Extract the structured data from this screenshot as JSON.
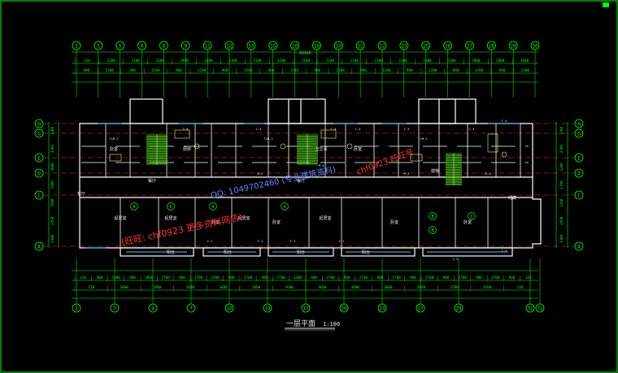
{
  "drawing": {
    "title": "一层平面",
    "scale": "1:100",
    "total_width_label": "49440",
    "corner_mark": "■"
  },
  "top_axes": [
    "1",
    "3",
    "5",
    "6",
    "8",
    "9",
    "11",
    "12",
    "13",
    "15",
    "16",
    "18",
    "19",
    "21",
    "22",
    "23",
    "25",
    "26",
    "27",
    "28",
    "29",
    "30"
  ],
  "bottom_axes": [
    "1",
    "3",
    "4",
    "7",
    "10",
    "14",
    "17",
    "20",
    "24",
    "27",
    "29",
    "32",
    "31"
  ],
  "side_axes": [
    "H",
    "G",
    "E",
    "D",
    "C",
    "A"
  ],
  "top_dims_row1": [
    "120",
    "2200",
    "2100",
    "2300",
    "2400",
    "1490",
    "1100",
    "1100",
    "3200",
    "2100",
    "2100",
    "1100",
    "1100",
    "2300",
    "2100",
    "2300",
    "2000",
    "2000",
    "3600"
  ],
  "top_dims_row2": [
    "900",
    "1200",
    "900",
    "1500",
    "900",
    "1200",
    "900",
    "1200",
    "900",
    "1200",
    "900",
    "1200",
    "900",
    "1200",
    "900",
    "1200",
    "900",
    "1200",
    "900",
    "1200"
  ],
  "bottom_dims_row1": [
    "120",
    "900",
    "1800",
    "900",
    "2800",
    "2700",
    "900",
    "2700",
    "1200",
    "900",
    "2700",
    "900",
    "2700",
    "1200",
    "900",
    "2700",
    "900",
    "2700",
    "900",
    "2700",
    "900",
    "2700",
    "900",
    "2700",
    "900",
    "3700",
    "960",
    "120"
  ],
  "bottom_dims_row2": [
    "120",
    "3600",
    "3900",
    "3600",
    "3600",
    "3600",
    "3600",
    "3600",
    "3600",
    "3600",
    "3600",
    "3700",
    "3560",
    "120"
  ],
  "left_dims": [
    "1200",
    "3300",
    "4500",
    "1500",
    "1500",
    "2250",
    "3300"
  ],
  "right_dims": [
    "1700",
    "2700",
    "1200",
    "1700",
    "1200",
    "2950",
    "3300"
  ],
  "room_labels": [
    "卧室",
    "卧室",
    "餐厅",
    "餐厅",
    "厨房",
    "卫生间",
    "客厅",
    "起居室",
    "起居室",
    "起居室",
    "起居室",
    "阳台",
    "阳台",
    "阳台",
    "阳台",
    "卧室",
    "卧室",
    "卧室",
    "卧室",
    "储藏",
    "楼梯"
  ],
  "room_codes": [
    "TLM-1",
    "TLM-2",
    "TLM-1",
    "C-4",
    "C-4",
    "C-4",
    "C-4",
    "C-4",
    "C-4",
    "C-4",
    "M-3",
    "M-3",
    "M-4",
    "M-4",
    "C-1",
    "C-1",
    "C-1",
    "C-1",
    "C-2",
    "C-3"
  ],
  "unit_marks": [
    "A",
    "A",
    "A",
    "A",
    "B",
    "B",
    "C"
  ],
  "watermarks": [
    "(旺旺: chf0923  更多资料网店)",
    "QQ: 1049702460  (专业建筑资料)",
    "chf0923 旺旺号"
  ],
  "colors": {
    "background": "#000000",
    "grid": "#00ff00",
    "wall": "#ffffff",
    "dimension": "#00ff00",
    "axis_line": "#ff3333",
    "window": "#33ccff",
    "furniture": "#ffff33",
    "watermark_red": "#ff3333",
    "watermark_blue": "#5577ff"
  }
}
